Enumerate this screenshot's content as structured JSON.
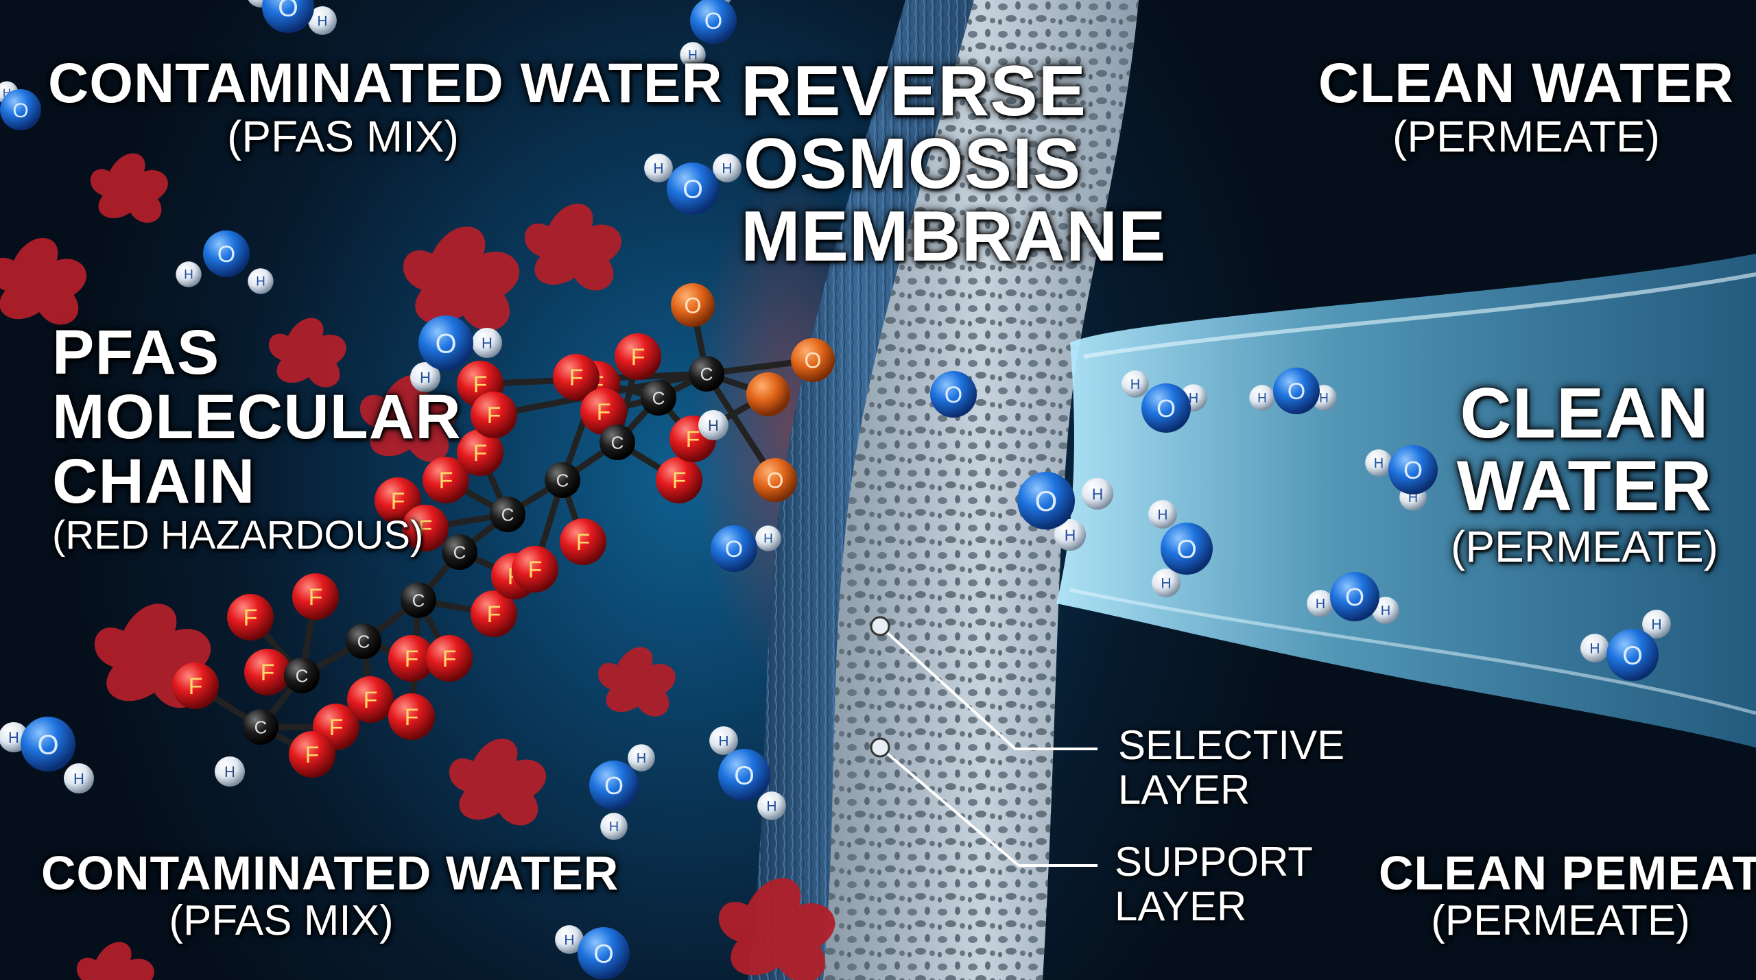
{
  "labels": {
    "contaminated_top": {
      "title": "CONTAMINATED WATER",
      "subtitle": "(PFAS MIX)"
    },
    "membrane_title": {
      "line1": "REVERSE",
      "line2": "OSMOSIS",
      "line3": "MEMBRANE"
    },
    "clean_top": {
      "title": "CLEAN WATER",
      "subtitle": "(PERMEATE)"
    },
    "pfas_chain": {
      "line1": "PFAS",
      "line2": "MOLECULAR",
      "line3": "CHAIN",
      "subtitle": "(RED HAZARDOUS)"
    },
    "clean_mid": {
      "line1": "CLEAN",
      "line2": "WATER",
      "subtitle": "(PERMEATE)"
    },
    "selective_layer": {
      "line1": "SELECTIVE",
      "line2": "LAYER"
    },
    "support_layer": {
      "line1": "SUPPORT",
      "line2": "LAYER"
    },
    "contaminated_bottom": {
      "title": "CONTAMINATED WATER",
      "subtitle": "(PFAS MIX)"
    },
    "clean_bottom": {
      "title": "CLEAN PEMEATE",
      "subtitle": "(PERMEATE)"
    }
  },
  "atom_labels": {
    "fluorine": "F",
    "carbon": "C",
    "oxygen": "O",
    "hydrogen": "H"
  },
  "colors": {
    "fluorine": "#e0141b",
    "carbon": "#1a1a1a",
    "oxygen_acid": "#e2661a",
    "water_oxygen": "#1f74e0",
    "hydrogen": "#e9eef4",
    "contaminant_blob": "#b0202a",
    "membrane_support": "#b9c6d1",
    "membrane_selective": "#33628d",
    "permeate_stream": "#8fd2f2"
  }
}
